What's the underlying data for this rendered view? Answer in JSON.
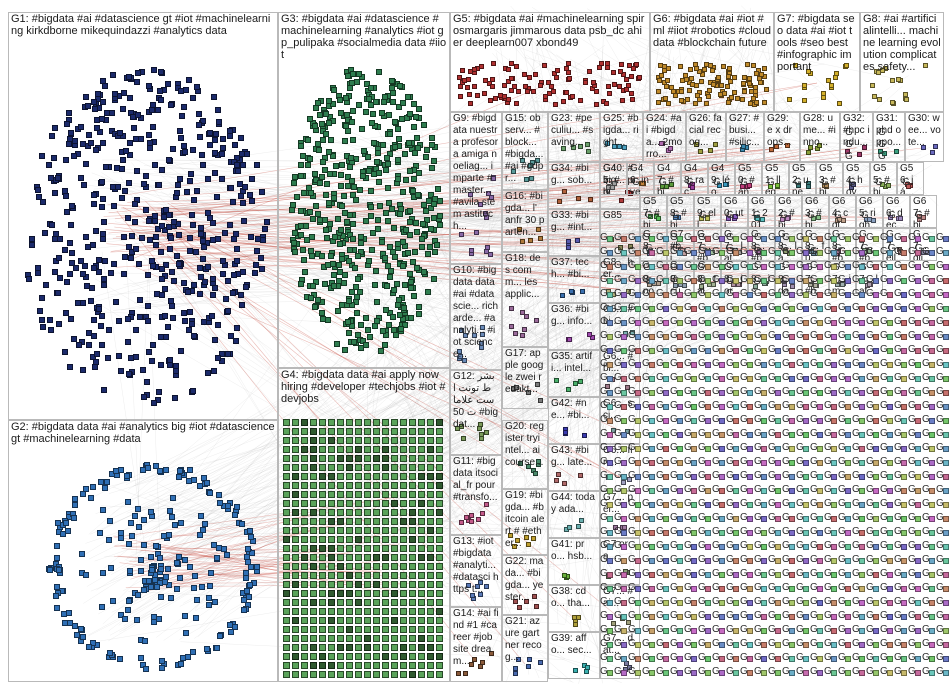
{
  "diagram": {
    "colors": {
      "edge_gray": "#9a9a9a",
      "edge_red": "#c0392b",
      "border": "#b9b9b9",
      "text": "#1a1a1a"
    },
    "groups": [
      {
        "id": "G1",
        "label": "G1: #bigdata #ai #datascience gt #iot #machinelearning kirkdborne mikequindazzi #analytics data",
        "color": "#1b2a6b",
        "density": "high"
      },
      {
        "id": "G2",
        "label": "G2: #bigdata data #ai #analytics big #iot #datascience gt #machinelearning #data",
        "color": "#2f6fb5",
        "density": "ring"
      },
      {
        "id": "G3",
        "label": "G3: #bigdata #ai #datascience #machinelearning #analytics #iot gp_pulipaka #socialmedia data #iiot",
        "color": "#2e7d4f",
        "density": "high"
      },
      {
        "id": "G4",
        "label": "G4: #bigdata data #ai apply now hiring #developer #techjobs #iot #devjobs",
        "color": "#5aa35a",
        "density": "grid"
      },
      {
        "id": "G5",
        "label": "G5: #bigdata #ai #machinelearning spirosmargaris jimmarous data psb_dc ahier deeplearn007 xbond49",
        "color": "#b03030",
        "density": "mid"
      },
      {
        "id": "G6",
        "label": "G6: #bigdata #ai #iot #ml #iiot #robotics #cloud data #blockchain future",
        "color": "#c08a2a",
        "density": "mid"
      },
      {
        "id": "G7",
        "label": "G7: #bigdata seo data #ai #iot tools #seo best #infographic important",
        "color": "#d4b02a",
        "density": "low"
      },
      {
        "id": "G8",
        "label": "G8: #ai #artificialintelli... machine learning evolution complicates safety...",
        "color": "#c7b85a",
        "density": "low"
      },
      {
        "id": "G9",
        "label": "G9: #bigdata nuestra profesora amiga noeliag... imparte #master... #avila stem astitech...",
        "color": "#8a6aa8",
        "density": "low"
      },
      {
        "id": "G10",
        "label": "G10: #bigdata data #ai #datascie... richarde... #analyti... #iot science...",
        "color": "#6a8ab8",
        "density": "low"
      },
      {
        "id": "G11",
        "label": "G11: #bigdata itsocial_fr pour #transfo...",
        "color": "#c45a8a",
        "density": "low"
      },
      {
        "id": "G12",
        "label": "G12: بشرط تونت است علامات 50 #bigdat...",
        "color": "#7a9a5a",
        "density": "low"
      },
      {
        "id": "G13",
        "label": "G13: #iot #bigdata #analyti... #datasci https t...",
        "color": "#5a7ab8",
        "density": "low"
      },
      {
        "id": "G14",
        "label": "G14: #ai find #1 #career #job site dream...",
        "color": "#8a5a3a",
        "density": "low"
      },
      {
        "id": "G15",
        "label": "G15: observ... #block... #bigda... #ai #gdpr...",
        "color": "#5a9a9a",
        "density": "low"
      },
      {
        "id": "G16",
        "label": "G16: #bigda... l' anfr 30 parten...",
        "color": "#b07a3a",
        "density": "low"
      },
      {
        "id": "G17",
        "label": "G17: apple google zwei redakt...",
        "color": "#7a7a7a",
        "density": "low"
      },
      {
        "id": "G18",
        "label": "G18: des comm... les applic...",
        "color": "#9a6a9a",
        "density": "low"
      },
      {
        "id": "G19",
        "label": "G19: #bigda... #bitcoin alert # #ether...",
        "color": "#c0a030",
        "density": "low"
      },
      {
        "id": "G20",
        "label": "G20: register tryintel... ai course...",
        "color": "#4a8a6a",
        "density": "low"
      },
      {
        "id": "G21",
        "label": "G21: azure gartner recog...",
        "color": "#4a6ab0",
        "density": "low"
      },
      {
        "id": "G22",
        "label": "G22: mada... #bigda... yester...",
        "color": "#a05050",
        "density": "low"
      },
      {
        "id": "G23",
        "label": "G23: #peculiu... #saving...",
        "color": "#6aa06a",
        "density": "low"
      },
      {
        "id": "G24",
        "label": "G24: #ai #bigda... 2morro...",
        "color": "#b06ab0",
        "density": "low"
      },
      {
        "id": "G25",
        "label": "G25: #bigda... right...",
        "color": "#4aa0c0",
        "density": "low"
      },
      {
        "id": "G26",
        "label": "G26: facial recog...",
        "color": "#a0a040",
        "density": "low"
      },
      {
        "id": "G27",
        "label": "G27: #busi... #silic...",
        "color": "#3a8ab0",
        "density": "low"
      },
      {
        "id": "G28",
        "label": "G28: ume... #inno...",
        "color": "#8aa03a",
        "density": "low"
      },
      {
        "id": "G29",
        "label": "G29: e x drops...",
        "color": "#c06a3a",
        "density": "low"
      },
      {
        "id": "G30",
        "label": "G30: wee... vote...",
        "color": "#6a6ac0",
        "density": "low"
      },
      {
        "id": "G31",
        "label": "G31: phd oppo...",
        "color": "#3aa080",
        "density": "low"
      },
      {
        "id": "G32",
        "label": "G32: #hpc indu...",
        "color": "#a03a6a",
        "density": "low"
      },
      {
        "id": "G33",
        "label": "G33: #big... #int...",
        "color": "#5a5ab0",
        "density": "low"
      },
      {
        "id": "G34",
        "label": "G34: #big... sob...",
        "color": "#b0603a",
        "density": "low"
      },
      {
        "id": "G35",
        "label": "G35: artifi... intel...",
        "color": "#4ab06a",
        "density": "low"
      },
      {
        "id": "G36",
        "label": "G36: #big... info...",
        "color": "#a04ab0",
        "density": "low"
      },
      {
        "id": "G37",
        "label": "G37: tech... #bi...",
        "color": "#3a70b0",
        "density": "low"
      },
      {
        "id": "G38",
        "label": "G38: cdo... tha...",
        "color": "#b0a03a",
        "density": "low"
      },
      {
        "id": "G39",
        "label": "G39: affo... sec...",
        "color": "#3ab0b0",
        "density": "low"
      },
      {
        "id": "G40",
        "label": "G40: #big... priv...",
        "color": "#b03a3a",
        "density": "low"
      },
      {
        "id": "G41",
        "label": "G41: pro... hsb...",
        "color": "#6ab03a",
        "density": "low"
      },
      {
        "id": "G42",
        "label": "G42: #ne... #bi...",
        "color": "#3a3ab0",
        "density": "low"
      },
      {
        "id": "G43",
        "label": "G43: #big... late...",
        "color": "#b06a6a",
        "density": "low"
      },
      {
        "id": "G44",
        "label": "G44: today ada...",
        "color": "#6ab0b0",
        "density": "low"
      },
      {
        "id": "G45",
        "label": "G45: #big...",
        "color": "#a0a0a0",
        "density": "low"
      },
      {
        "id": "G46",
        "label": "G46: inve...",
        "color": "#c0803a",
        "density": "low"
      },
      {
        "id": "G47",
        "label": "G47: #big...",
        "color": "#5a9a3a",
        "density": "low"
      },
      {
        "id": "G48",
        "label": "G48: rac...",
        "color": "#9a3a9a",
        "density": "low"
      },
      {
        "id": "G49",
        "label": "G49: léo...",
        "color": "#3a9ac0",
        "density": "low"
      },
      {
        "id": "G50",
        "label": "G50: #an...",
        "color": "#c03a7a",
        "density": "low"
      },
      {
        "id": "G51",
        "label": "G51: lleg...",
        "color": "#7ac03a",
        "density": "low"
      },
      {
        "id": "G52",
        "label": "G52: une...",
        "color": "#3a7a7a",
        "density": "low"
      },
      {
        "id": "G53",
        "label": "G53: #bi...",
        "color": "#b08a5a",
        "density": "low"
      },
      {
        "id": "G54",
        "label": "G54: hoy...",
        "color": "#5a5a8a",
        "density": "low"
      },
      {
        "id": "G55",
        "label": "G55: #bi...",
        "color": "#8ab05a",
        "density": "low"
      },
      {
        "id": "G56",
        "label": "G56: já...",
        "color": "#c05a5a",
        "density": "low"
      },
      {
        "id": "G57",
        "label": "G57: #bi...",
        "color": "#5ac05a",
        "density": "low"
      },
      {
        "id": "G58",
        "label": "G58: #bi...",
        "color": "#5a8ac0",
        "density": "low"
      },
      {
        "id": "G59",
        "label": "G59: ell...",
        "color": "#c0c05a",
        "density": "low"
      },
      {
        "id": "G60",
        "label": "G60: uti...",
        "color": "#8a5ac0",
        "density": "low"
      },
      {
        "id": "G61",
        "label": "G61: 201...",
        "color": "#5ac0c0",
        "density": "low"
      },
      {
        "id": "G62",
        "label": "G62: #bi...",
        "color": "#c08ac0",
        "density": "low"
      },
      {
        "id": "G63",
        "label": "G63: #bi...",
        "color": "#8ac08a",
        "density": "low"
      },
      {
        "id": "G64",
        "label": "G64: cgi...",
        "color": "#c0a08a",
        "density": "low"
      },
      {
        "id": "G65",
        "label": "G65: righ...",
        "color": "#8aa0c0",
        "density": "low"
      },
      {
        "id": "G66",
        "label": "G66: dec...",
        "color": "#a08ac0",
        "density": "low"
      },
      {
        "id": "G67",
        "label": "G67: #bi...",
        "color": "#c08a8a",
        "density": "low"
      },
      {
        "id": "G85",
        "label": "G85",
        "color": "#8a8a5a",
        "density": "low"
      },
      {
        "id": "G8x",
        "label": "G8...",
        "color": "#7a8aa0",
        "density": "low"
      },
      {
        "id": "G6x",
        "label": "G6... #bi...",
        "color": "#a07a8a",
        "density": "low"
      },
      {
        "id": "G7x",
        "label": "G7 ora...",
        "color": "#8aa07a",
        "density": "low"
      },
      {
        "id": "G7y",
        "label": "G7... #ai...",
        "color": "#a0a07a",
        "density": "low"
      },
      {
        "id": "G7z",
        "label": "G7... dat...",
        "color": "#7a7aa0",
        "density": "low"
      },
      {
        "id": "G7w",
        "label": "G7... per...",
        "color": "#a07aa0",
        "density": "low"
      },
      {
        "id": "G6y",
        "label": "G6... sci...",
        "color": "#7aa0a0",
        "density": "low"
      },
      {
        "id": "G6z",
        "label": "G6... fin...",
        "color": "#a0a0c0",
        "density": "low"
      },
      {
        "id": "G7a",
        "label": "G7 #bi... s...",
        "color": "#c0a0a0",
        "density": "low"
      },
      {
        "id": "G7b",
        "label": "G7... #bi...",
        "color": "#a0c0a0",
        "density": "low"
      },
      {
        "id": "G7c",
        "label": "G7... lat...",
        "color": "#a0a0a0",
        "density": "low"
      },
      {
        "id": "G8a",
        "label": "G8... her...",
        "color": "#b0b07a",
        "density": "low"
      },
      {
        "id": "G8b",
        "label": "G8... #bi...",
        "color": "#7ab0b0",
        "density": "low"
      },
      {
        "id": "G8c",
        "label": "G8... #bi...",
        "color": "#b07ab0",
        "density": "low"
      },
      {
        "id": "G8d",
        "label": "G8... la...",
        "color": "#90a070",
        "density": "low"
      },
      {
        "id": "G8e",
        "label": "G8... fu...",
        "color": "#7090a0",
        "density": "low"
      },
      {
        "id": "G8f",
        "label": "G8... #bi...",
        "color": "#a07090",
        "density": "low"
      },
      {
        "id": "G7d",
        "label": "G7... #bi...",
        "color": "#90b090",
        "density": "low"
      },
      {
        "id": "G7e",
        "label": "G7... ell...",
        "color": "#b09090",
        "density": "low"
      },
      {
        "id": "G7f",
        "label": "G7... qli...",
        "color": "#9090b0",
        "density": "low"
      },
      {
        "id": "G8g",
        "label": "G8... po...",
        "color": "#b0a090",
        "density": "low"
      },
      {
        "id": "G8h",
        "label": "G8... cu...",
        "color": "#90a0b0",
        "density": "low"
      },
      {
        "id": "G8i",
        "label": "G8... tal...",
        "color": "#a0b090",
        "density": "low"
      },
      {
        "id": "G8j",
        "label": "G8... jor...",
        "color": "#b090a0",
        "density": "low"
      },
      {
        "id": "G8k",
        "label": "G8... js...",
        "color": "#90b0a0",
        "density": "low"
      },
      {
        "id": "G8l",
        "label": "G8... dat...",
        "color": "#a090b0",
        "density": "low"
      },
      {
        "id": "G7g",
        "label": "G7... #bi...",
        "color": "#b0b0a0",
        "density": "low"
      },
      {
        "id": "G7h",
        "label": "G7... im...",
        "color": "#a0b0b0",
        "density": "low"
      },
      {
        "id": "G7i",
        "label": "G7... lat...",
        "color": "#b0a0b0",
        "density": "low"
      }
    ],
    "tiny_label": "G"
  }
}
